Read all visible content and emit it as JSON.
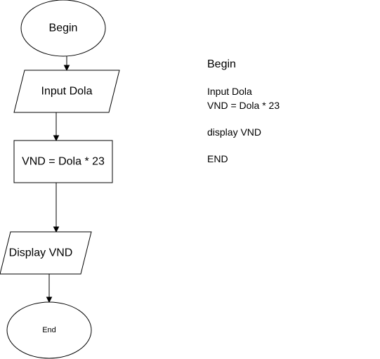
{
  "flowchart": {
    "start": "Begin",
    "input": "Input Dola",
    "process": "VND = Dola * 23",
    "output": "Display VND",
    "end": "End"
  },
  "pseudocode": {
    "begin": "Begin",
    "input": "Input Dola",
    "calc": "VND = Dola * 23",
    "display": "display VND",
    "end": "END"
  }
}
